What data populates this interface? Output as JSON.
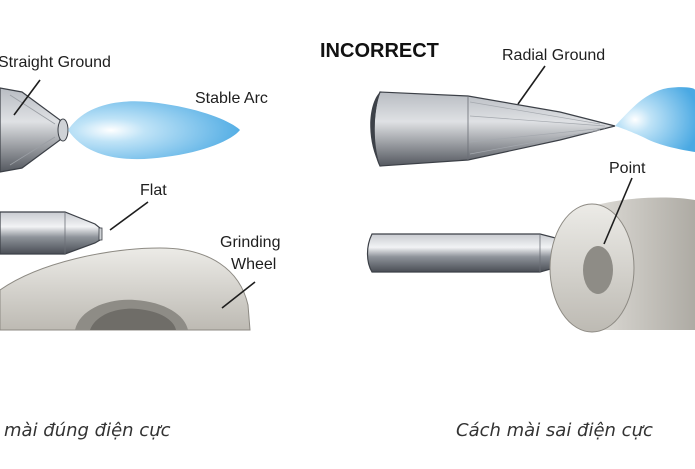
{
  "left_panel": {
    "label_straight_ground": "Straight Ground",
    "label_stable_arc": "Stable Arc",
    "label_flat": "Flat",
    "label_grinding_wheel_line1": "Grinding",
    "label_grinding_wheel_line2": "Wheel"
  },
  "right_panel": {
    "header": "INCORRECT",
    "label_radial_ground": "Radial Ground",
    "label_point": "Point"
  },
  "captions": {
    "left": "mài đúng điện cực",
    "right": "Cách mài sai điện cực"
  },
  "colors": {
    "electrode": "#8a8e95",
    "arc": "#5bb6ea",
    "wheel": "#d3d1cc"
  }
}
